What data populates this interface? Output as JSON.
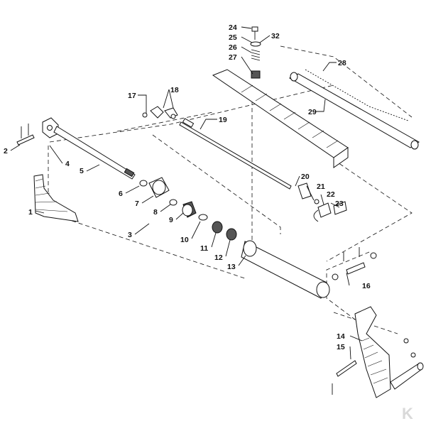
{
  "labels": [
    {
      "id": "1",
      "text": "1"
    },
    {
      "id": "2",
      "text": "2"
    },
    {
      "id": "3",
      "text": "3"
    },
    {
      "id": "4",
      "text": "4"
    },
    {
      "id": "5",
      "text": "5"
    },
    {
      "id": "6",
      "text": "6"
    },
    {
      "id": "7",
      "text": "7"
    },
    {
      "id": "8",
      "text": "8"
    },
    {
      "id": "9",
      "text": "9"
    },
    {
      "id": "10",
      "text": "10"
    },
    {
      "id": "11",
      "text": "11"
    },
    {
      "id": "12",
      "text": "12"
    },
    {
      "id": "13",
      "text": "13"
    },
    {
      "id": "14",
      "text": "14"
    },
    {
      "id": "15",
      "text": "15"
    },
    {
      "id": "16",
      "text": "16"
    },
    {
      "id": "17",
      "text": "17"
    },
    {
      "id": "18",
      "text": "18"
    },
    {
      "id": "19",
      "text": "19"
    },
    {
      "id": "20",
      "text": "20"
    },
    {
      "id": "21",
      "text": "21"
    },
    {
      "id": "22",
      "text": "22"
    },
    {
      "id": "23",
      "text": "23"
    },
    {
      "id": "24",
      "text": "24"
    },
    {
      "id": "25",
      "text": "25"
    },
    {
      "id": "26",
      "text": "26"
    },
    {
      "id": "27",
      "text": "27"
    },
    {
      "id": "28",
      "text": "28"
    },
    {
      "id": "29",
      "text": "29"
    },
    {
      "id": "32",
      "text": "32"
    }
  ],
  "watermark": {
    "text": "K"
  }
}
